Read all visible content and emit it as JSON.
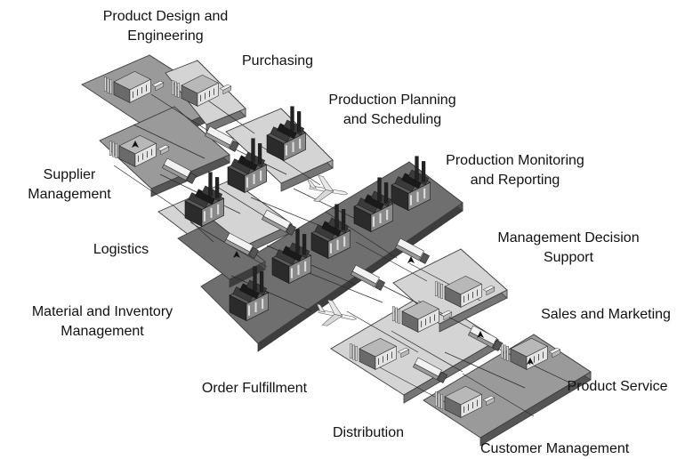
{
  "labels": {
    "product_design": [
      "Product Design and",
      "Engineering"
    ],
    "purchasing": [
      "Purchasing"
    ],
    "production_planning": [
      "Production Planning",
      "and Scheduling"
    ],
    "production_monitoring": [
      "Production Monitoring",
      "and Reporting"
    ],
    "supplier_management": [
      "Supplier",
      "Management"
    ],
    "logistics": [
      "Logistics"
    ],
    "management_decision": [
      "Management Decision",
      "Support"
    ],
    "material_inventory": [
      "Material and Inventory",
      "Management"
    ],
    "sales_marketing": [
      "Sales and Marketing"
    ],
    "order_fulfillment": [
      "Order Fulfillment"
    ],
    "product_service": [
      "Product Service"
    ],
    "distribution": [
      "Distribution"
    ],
    "customer_management": [
      "Customer Management"
    ]
  },
  "colors": {
    "platform_dark": "#6f6f6f",
    "platform_mid": "#9a9a9a",
    "platform_light": "#d4d4d4",
    "platform_edge": "#3c3c3c",
    "building": "#1e1e1e",
    "link_line": "#2a2a2a"
  }
}
